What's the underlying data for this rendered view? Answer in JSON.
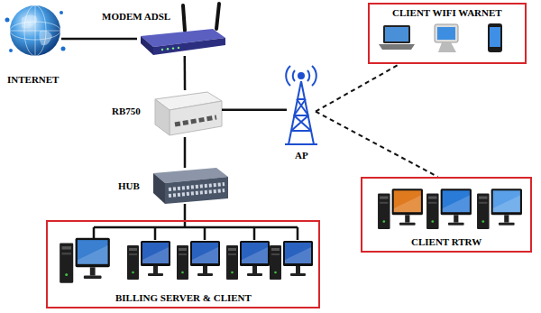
{
  "diagram": {
    "nodes": [
      {
        "text": [
          "MODEM ADSL"
        ]
      },
      {
        "text": [
          "CLIENT WIFI WARNET"
        ]
      },
      {
        "text": [
          "INTERNET"
        ]
      },
      {
        "text": [
          "RB750"
        ]
      },
      {
        "text": [
          "AP"
        ]
      },
      {
        "text": [
          "HUB"
        ]
      },
      {
        "text": [
          "CLIENT RTRW"
        ]
      },
      {
        "text": [
          "BILLING SERVER & CLIENT"
        ]
      }
    ],
    "edges": [
      {
        "from": 2,
        "to": 0,
        "arrow": "none"
      },
      {
        "from": 0,
        "to": 3,
        "arrow": "none"
      },
      {
        "from": 3,
        "to": 4,
        "arrow": "none"
      },
      {
        "from": 3,
        "to": 5,
        "arrow": "none"
      },
      {
        "from": 5,
        "to": 7,
        "arrow": "none"
      },
      {
        "from": 4,
        "to": 1,
        "arrow": "none"
      },
      {
        "from": 4,
        "to": 6,
        "arrow": "none"
      }
    ]
  }
}
